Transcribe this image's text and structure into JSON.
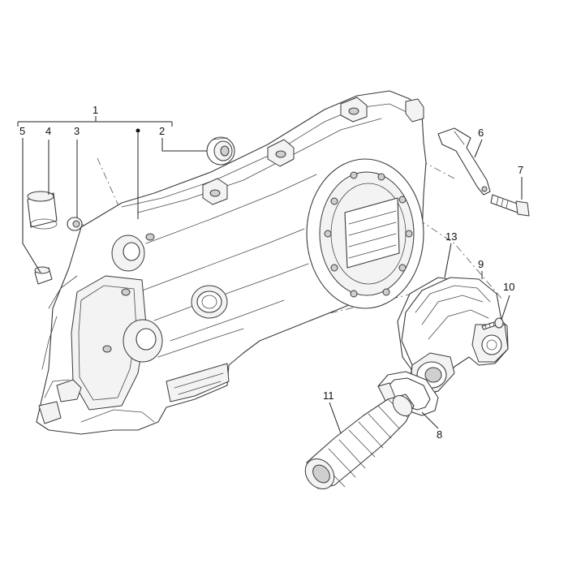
{
  "callouts": [
    {
      "label": "1"
    },
    {
      "label": "2"
    },
    {
      "label": "3"
    },
    {
      "label": "4"
    },
    {
      "label": "5"
    },
    {
      "label": "6"
    },
    {
      "label": "7"
    },
    {
      "label": "8"
    },
    {
      "label": "9"
    },
    {
      "label": "10"
    },
    {
      "label": "11"
    },
    {
      "label": "13"
    }
  ]
}
